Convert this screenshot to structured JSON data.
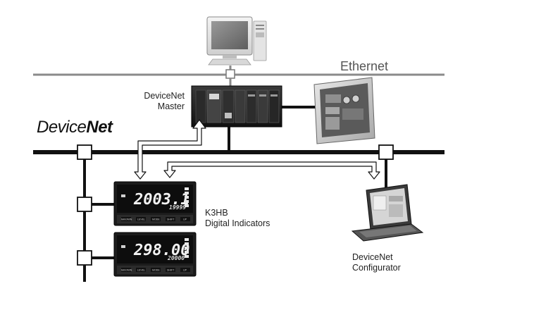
{
  "labels": {
    "ethernet": "Ethernet",
    "devicenet_logo_left": "Device",
    "devicenet_logo_right": "Net",
    "master_line1": "DeviceNet",
    "master_line2": "Master",
    "k3hb_line1": "K3HB",
    "k3hb_line2": "Digital Indicators",
    "configurator_line1": "DeviceNet",
    "configurator_line2": "Configurator"
  },
  "indicators": [
    {
      "main_value": "2003.1",
      "sub_value": "19999",
      "keys": [
        "MAX/MIN",
        "LEVEL",
        "MODE",
        "SHIFT",
        "UP"
      ]
    },
    {
      "main_value": "298.00",
      "sub_value": "20000",
      "keys": [
        "MAX/MIN",
        "LEVEL",
        "MODE",
        "SHIFT",
        "UP"
      ]
    }
  ],
  "colors": {
    "ethernet_line": "#8a8a8a",
    "devicenet_bus": "#111111",
    "device_dark": "#1c1c1c"
  },
  "icons": [
    "desktop-computer-icon",
    "plc-rack-icon",
    "touch-panel-icon",
    "laptop-icon",
    "tap-node-icon"
  ]
}
